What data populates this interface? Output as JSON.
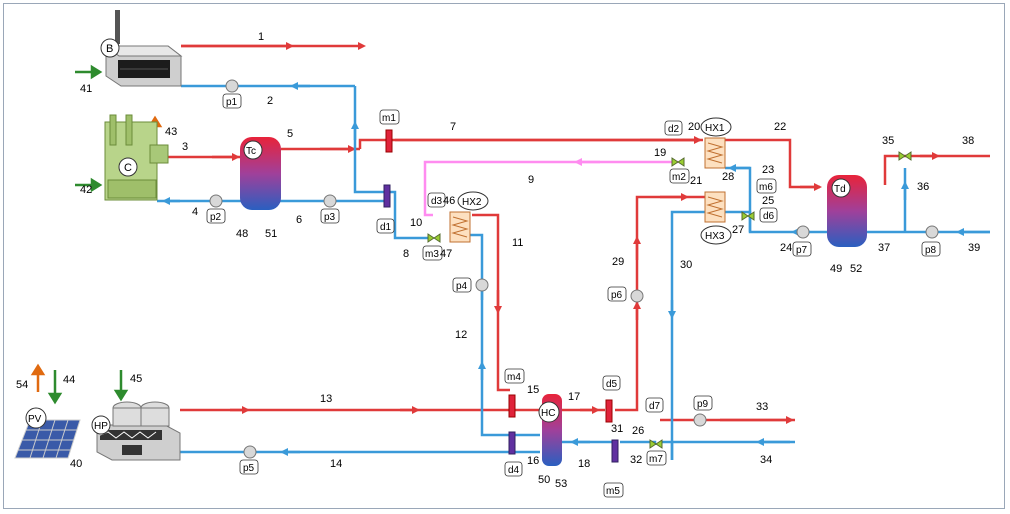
{
  "colors": {
    "hot": "#e03a3a",
    "cold": "#3a9ad9",
    "glycol": "#ff8cf0",
    "input": "#2e8b2e",
    "output": "#e06a10"
  },
  "equipment": {
    "B": "B",
    "C": "C",
    "Tc": "Tc",
    "Td": "Td",
    "HC": "HC",
    "HP": "HP",
    "PV": "PV",
    "HX1": "HX1",
    "HX2": "HX2",
    "HX3": "HX3"
  },
  "devices": {
    "p1": "p1",
    "p2": "p2",
    "p3": "p3",
    "p4": "p4",
    "p5": "p5",
    "p6": "p6",
    "p7": "p7",
    "p8": "p8",
    "p9": "p9",
    "m1": "m1",
    "m2": "m2",
    "m3": "m3",
    "m4": "m4",
    "m5": "m5",
    "m6": "m6",
    "m7": "m7",
    "d1": "d1",
    "d2": "d2",
    "d3": "d3",
    "d4": "d4",
    "d5": "d5",
    "d6": "d6",
    "d7": "d7"
  },
  "nodes": [
    "1",
    "2",
    "3",
    "4",
    "5",
    "6",
    "7",
    "8",
    "9",
    "10",
    "11",
    "12",
    "13",
    "14",
    "15",
    "16",
    "17",
    "18",
    "19",
    "20",
    "21",
    "22",
    "23",
    "24",
    "25",
    "26",
    "27",
    "28",
    "29",
    "30",
    "31",
    "32",
    "33",
    "34",
    "35",
    "36",
    "37",
    "38",
    "39",
    "40",
    "41",
    "42",
    "43",
    "44",
    "45",
    "46",
    "47",
    "48",
    "49",
    "50",
    "51",
    "52",
    "53",
    "54"
  ]
}
